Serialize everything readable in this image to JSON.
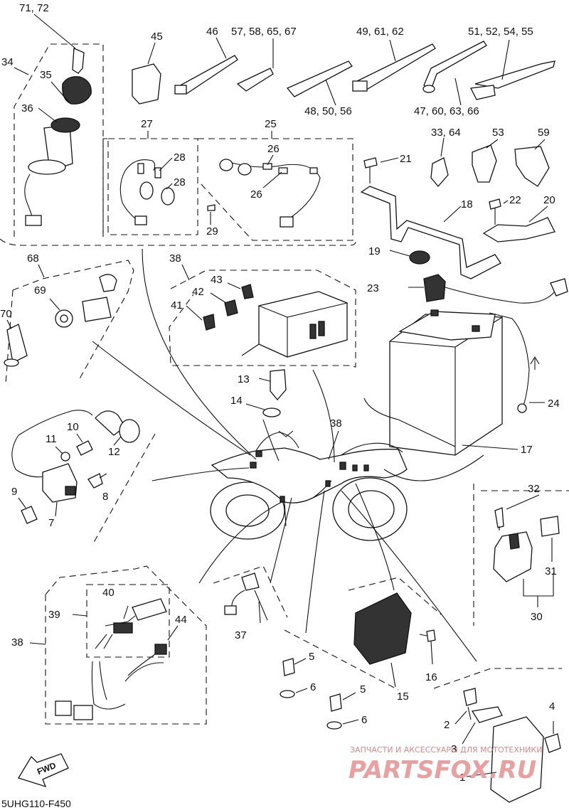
{
  "labels": {
    "p71_72": "71, 72",
    "p45": "45",
    "p46": "46",
    "p57_58_65_67": "57, 58, 65, 67",
    "p49_61_62": "49, 61, 62",
    "p51_52_54_55": "51, 52, 54, 55",
    "p34": "34",
    "p35": "35",
    "p36": "36",
    "p48_50_56": "48, 50, 56",
    "p47_60_63_66": "47, 60, 63, 66",
    "p27": "27",
    "p25": "25",
    "p26a": "26",
    "p26b": "26",
    "p28a": "28",
    "p28b": "28",
    "p29": "29",
    "p33_64": "33, 64",
    "p53": "53",
    "p59": "59",
    "p21": "21",
    "p22": "22",
    "p20": "20",
    "p18": "18",
    "p19": "19",
    "p23": "23",
    "p68": "68",
    "p69": "69",
    "p70": "70",
    "p38a": "38",
    "p43": "43",
    "p42": "42",
    "p41": "41",
    "p13": "13",
    "p14": "14",
    "p24": "24",
    "p10": "10",
    "p11": "11",
    "p12": "12",
    "p9": "9",
    "p8": "8",
    "p7": "7",
    "p38b": "38",
    "p17": "17",
    "p32": "32",
    "p31": "31",
    "p30": "30",
    "p40": "40",
    "p39": "39",
    "p44": "44",
    "p38c": "38",
    "p37": "37",
    "p16": "16",
    "p15": "15",
    "p5a": "5",
    "p6a": "6",
    "p5b": "5",
    "p6b": "6",
    "p4": "4",
    "p2": "2",
    "p3": "3",
    "p1": "1"
  },
  "fwd_label": "FWD",
  "diagram_code": "5UHG110-F450",
  "watermark": {
    "line1": "ЗАПЧАСТИ И АКСЕССУАРЫ ДЛЯ МОТОТЕХНИКИ",
    "line2": "PARTSFOX.RU"
  }
}
